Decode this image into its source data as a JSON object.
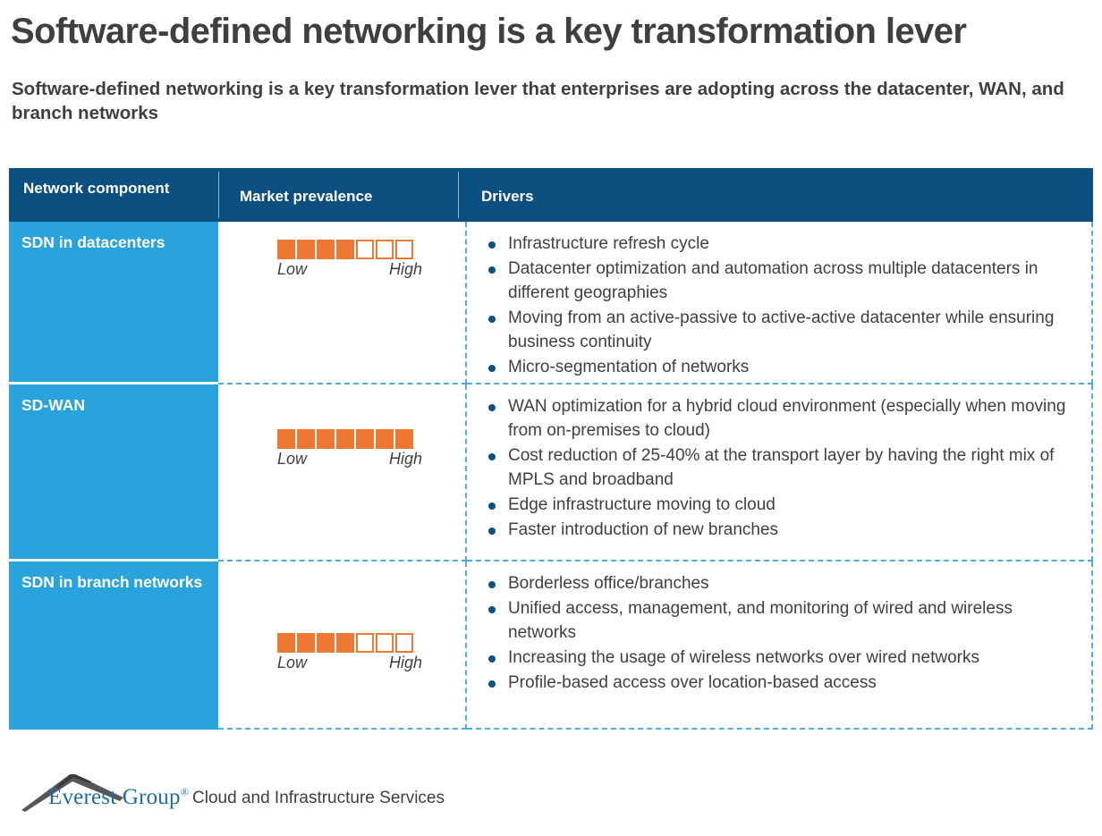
{
  "title": "Software-defined networking is a key transformation lever",
  "subtitle": "Software-defined networking is a key transformation lever that enterprises are adopting across the datacenter, WAN, and branch networks",
  "colors": {
    "header_blue": "#0b5080",
    "row_blue": "#29a3dc",
    "meter_orange": "#ef7734",
    "dashed_border": "#4eaee2",
    "logo_blue": "#1f6ba5",
    "text_gray": "#3f3f3f"
  },
  "table": {
    "headers": {
      "network_component": "Network component",
      "market_prevalence": "Market prevalence",
      "drivers": "Drivers"
    },
    "meter": {
      "total_boxes": 7,
      "low_label": "Low",
      "high_label": "High"
    },
    "rows": [
      {
        "name": "SDN in datacenters",
        "prevalence_filled": 4,
        "drivers": [
          "Infrastructure refresh cycle",
          "Datacenter optimization and automation across multiple datacenters in different geographies",
          "Moving from an active-passive to active-active datacenter while ensuring business continuity",
          "Micro-segmentation of networks"
        ]
      },
      {
        "name": "SD-WAN",
        "prevalence_filled": 7,
        "drivers": [
          "WAN optimization for a hybrid cloud environment (especially when moving from on-premises to cloud)",
          "Cost reduction of 25-40% at the transport layer by having the right mix of MPLS and broadband",
          "Edge infrastructure moving to cloud",
          "Faster introduction of new branches"
        ]
      },
      {
        "name": "SDN in branch networks",
        "prevalence_filled": 4,
        "drivers": [
          "Borderless office/branches",
          "Unified access, management, and monitoring of wired and wireless networks",
          "Increasing the usage of wireless networks over wired networks",
          "Profile-based access over location-based access"
        ]
      }
    ]
  },
  "footer": {
    "logo_name": "Everest Group",
    "logo_registered": "®",
    "tagline": "Cloud and Infrastructure Services"
  }
}
